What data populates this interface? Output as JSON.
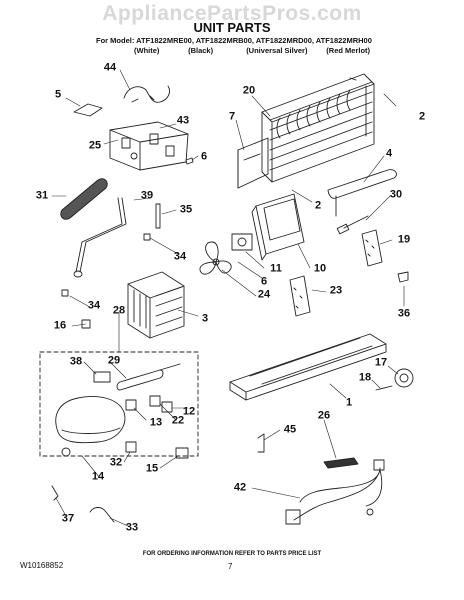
{
  "watermark": "AppliancePartsPros.com",
  "title": "UNIT PARTS",
  "model_line": "For Model: ATF1822MRE00, ATF1822MRB00, ATF1822MRD00, ATF1822MRH00",
  "variants": [
    "(White)",
    "(Black)",
    "(Universal Silver)",
    "(Red Merlot)"
  ],
  "footer_note": "FOR ORDERING INFORMATION REFER TO PARTS PRICE LIST",
  "doc_id": "W10168852",
  "page_number": "7",
  "callouts": {
    "c44": "44",
    "c5": "5",
    "c43": "43",
    "c25": "25",
    "c6a": "6",
    "c20": "20",
    "c7": "7",
    "c2a": "2",
    "c4": "4",
    "c2b": "2",
    "c30": "30",
    "c31": "31",
    "c39": "39",
    "c35": "35",
    "c19": "19",
    "c34a": "34",
    "c11": "11",
    "c10": "10",
    "c6b": "6",
    "c24": "24",
    "c23": "23",
    "c34b": "34",
    "c3": "3",
    "c36": "36",
    "c16": "16",
    "c28": "28",
    "c29": "29",
    "c38": "38",
    "c17": "17",
    "c18": "18",
    "c1": "1",
    "c13": "13",
    "c22": "22",
    "c12": "12",
    "c45": "45",
    "c26": "26",
    "c32": "32",
    "c15": "15",
    "c14": "14",
    "c42": "42",
    "c37": "37",
    "c33": "33"
  }
}
